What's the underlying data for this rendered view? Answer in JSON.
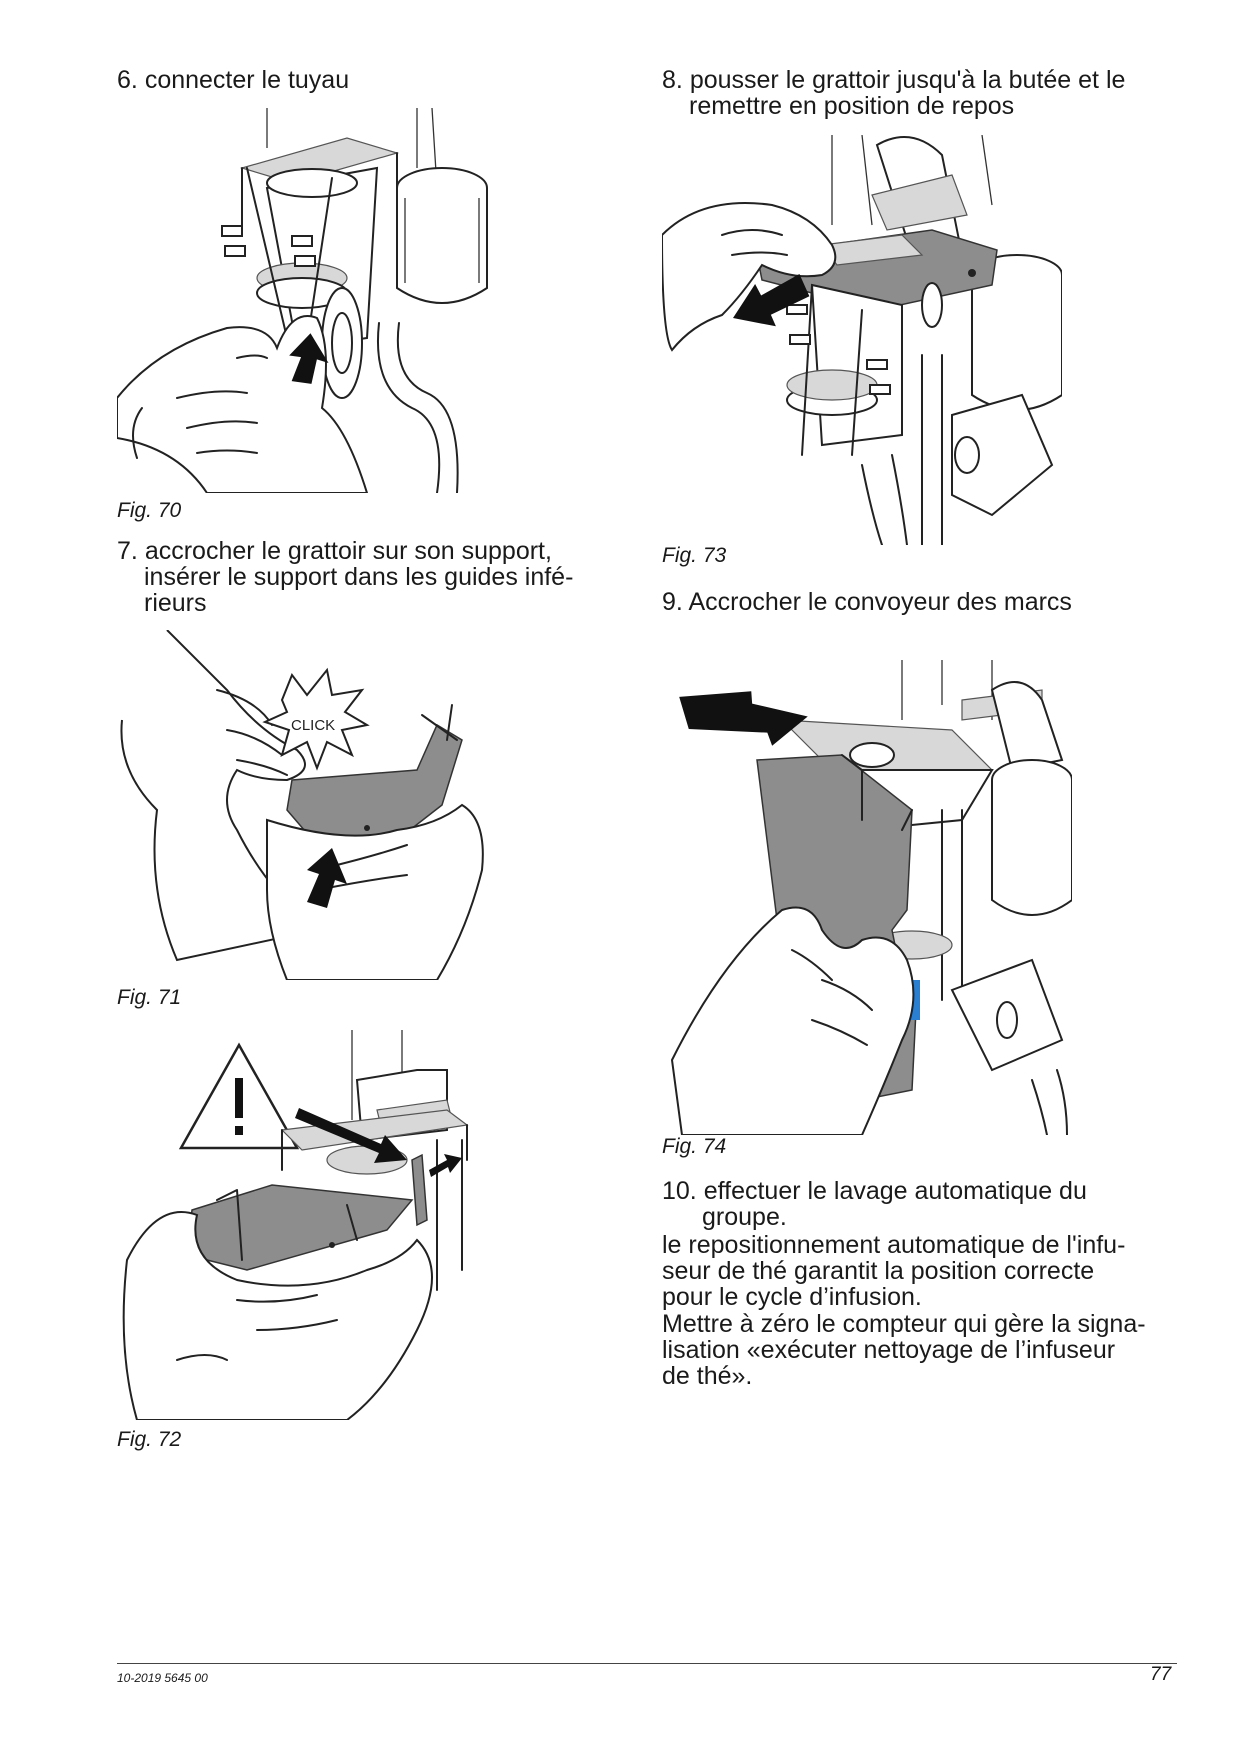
{
  "steps": {
    "s6": {
      "number": "6.",
      "line1": "connecter le tuyau"
    },
    "s7": {
      "number": "7.",
      "line1": "accrocher le grattoir sur son support,",
      "line2": "insérer le support dans les guides infé-",
      "line3": "rieurs"
    },
    "s8": {
      "number": "8.",
      "line1": "pousser le grattoir jusqu'à la butée et le",
      "line2": "remettre en position de repos"
    },
    "s9": {
      "number": "9.",
      "line1": "Accrocher le convoyeur des marcs"
    },
    "s10": {
      "number": "10.",
      "line1": "effectuer le lavage automatique du",
      "line2": "groupe."
    }
  },
  "paragraphs": {
    "p1": {
      "line1": "le repositionnement automatique de l'infu-",
      "line2": "seur de thé garantit la position correcte",
      "line3": "pour le cycle d’infusion."
    },
    "p2": {
      "line1": "Mettre à zéro le compteur qui gère la signa-",
      "line2": "lisation «exécuter nettoyage de l’infuseur",
      "line3": "de thé»."
    }
  },
  "figures": {
    "fig70": "Fig. 70",
    "fig71": "Fig. 71",
    "fig72": "Fig. 72",
    "fig73": "Fig. 73",
    "fig74": "Fig. 74"
  },
  "illustration_text": {
    "click": "CLICK"
  },
  "icons": {
    "warning": "warning-triangle-icon"
  },
  "footer": {
    "doc_code": "10-2019 5645 00",
    "page_number": "77"
  },
  "colors": {
    "accent_blue": "#2a7fd1",
    "part_gray": "#8d8d8d"
  }
}
